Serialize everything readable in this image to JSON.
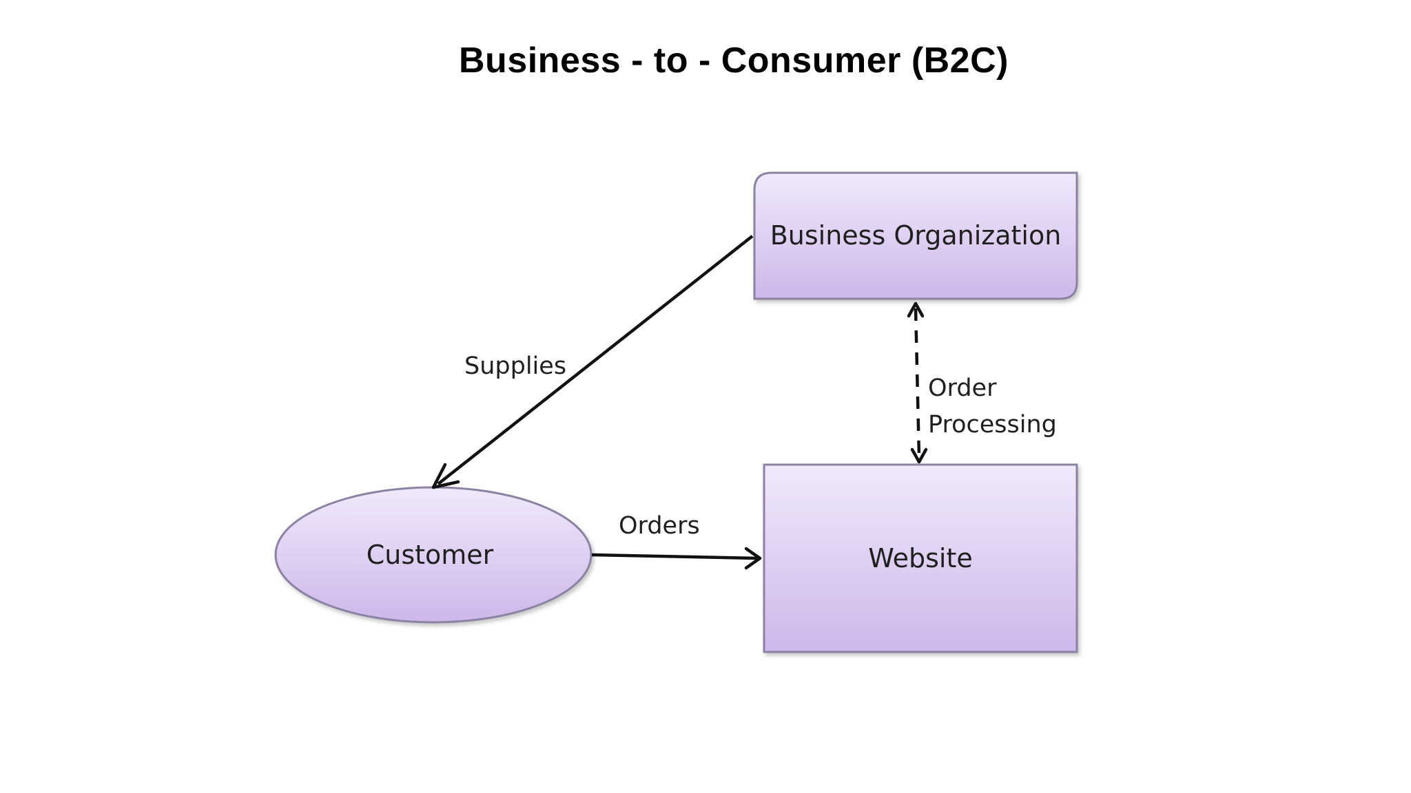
{
  "title": "Business - to - Consumer (B2C)",
  "nodes": {
    "business_organization": {
      "label": "Business Organization",
      "shape": "rounded-rectangle"
    },
    "customer": {
      "label": "Customer",
      "shape": "ellipse"
    },
    "website": {
      "label": "Website",
      "shape": "rectangle"
    }
  },
  "edges": {
    "supplies": {
      "from": "Business Organization",
      "to": "Customer",
      "label": "Supplies",
      "style": "solid"
    },
    "orders": {
      "from": "Customer",
      "to": "Website",
      "label": "Orders",
      "style": "solid"
    },
    "order_processing": {
      "from": "Website",
      "to": "Business Organization",
      "label_line1": "Order",
      "label_line2": "Processing",
      "style": "dashed",
      "direction": "bidirectional"
    }
  },
  "colors": {
    "node_fill_top": "#f1e9fb",
    "node_fill_bottom": "#cdb8ea",
    "node_border": "#8c82a3",
    "edge": "#111111",
    "text": "#1f1f1f"
  },
  "icons": {
    "arrowhead": "open-arrowhead-icon"
  }
}
